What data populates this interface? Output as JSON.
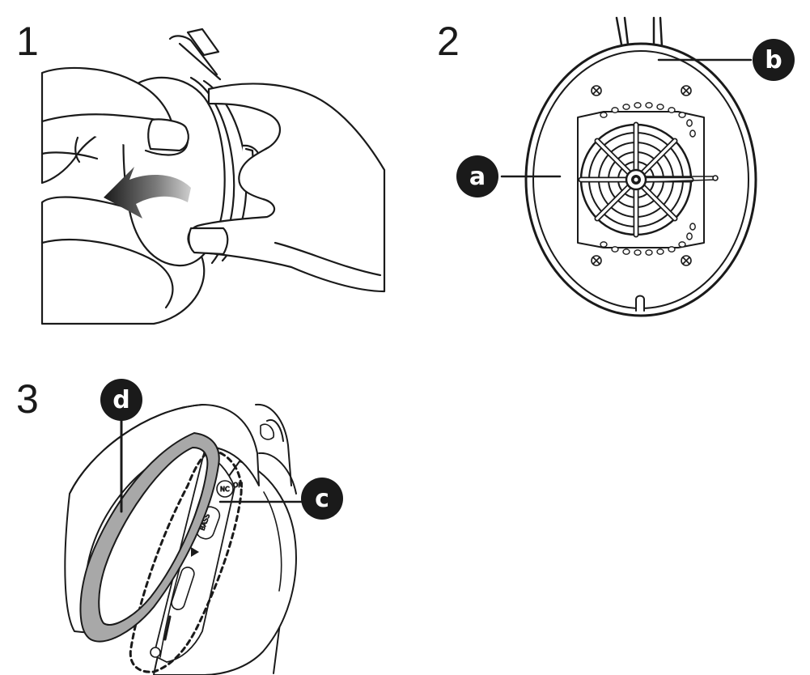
{
  "steps": [
    {
      "number": "1"
    },
    {
      "number": "2"
    },
    {
      "number": "3"
    }
  ],
  "callouts": {
    "a": "a",
    "b": "b",
    "c": "c",
    "d": "d"
  },
  "earcup_labels": {
    "nc": "NC",
    "on": "ON",
    "bass": "BASS"
  },
  "colors": {
    "line": "#1a1a1a",
    "callout_fill": "#1a1a1a",
    "arrow_fill": "#7a7a7a",
    "ring_fill": "#a8a8a8"
  }
}
